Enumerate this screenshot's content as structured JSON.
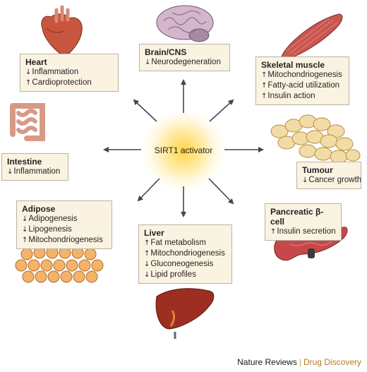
{
  "center_label": "SIRT1 activator",
  "boxes": {
    "brain": {
      "title": "Brain/CNS",
      "lines": [
        {
          "dir": "down",
          "text": "Neurodegeneration"
        }
      ]
    },
    "heart": {
      "title": "Heart",
      "lines": [
        {
          "dir": "down",
          "text": "Inflammation"
        },
        {
          "dir": "up",
          "text": "Cardioprotection"
        }
      ]
    },
    "skeletal_muscle": {
      "title": "Skeletal muscle",
      "lines": [
        {
          "dir": "up",
          "text": "Mitochondriogenesis"
        },
        {
          "dir": "up",
          "text": "Fatty-acid utilization"
        },
        {
          "dir": "up",
          "text": "Insulin action"
        }
      ]
    },
    "intestine": {
      "title": "Intestine",
      "lines": [
        {
          "dir": "down",
          "text": "Inflammation"
        }
      ]
    },
    "tumour": {
      "title": "Tumour",
      "lines": [
        {
          "dir": "down",
          "text": "Cancer growth"
        }
      ]
    },
    "adipose": {
      "title": "Adipose",
      "lines": [
        {
          "dir": "down",
          "text": "Adipogenesis"
        },
        {
          "dir": "down",
          "text": "Lipogenesis"
        },
        {
          "dir": "up",
          "text": "Mitochondriogenesis"
        }
      ]
    },
    "pancreas": {
      "title": "Pancreatic β-cell",
      "lines": [
        {
          "dir": "up",
          "text": "Insulin secretion"
        }
      ]
    },
    "liver": {
      "title": "Liver",
      "lines": [
        {
          "dir": "up",
          "text": "Fat metabolism"
        },
        {
          "dir": "up",
          "text": "Mitochondriogenesis"
        },
        {
          "dir": "down",
          "text": "Gluconeogenesis"
        },
        {
          "dir": "down",
          "text": "Lipid profiles"
        }
      ]
    }
  },
  "arrow_glyphs": {
    "up": "↑",
    "down": "↓"
  },
  "credit": {
    "publisher": "Nature Reviews",
    "separator": "|",
    "journal": "Drug Discovery"
  },
  "icons": [
    "heart-organ-icon",
    "brain-icon",
    "muscle-fibre-icon",
    "intestine-icon",
    "tumour-cells-icon",
    "fat-cells-icon",
    "pancreas-icon",
    "liver-icon"
  ]
}
